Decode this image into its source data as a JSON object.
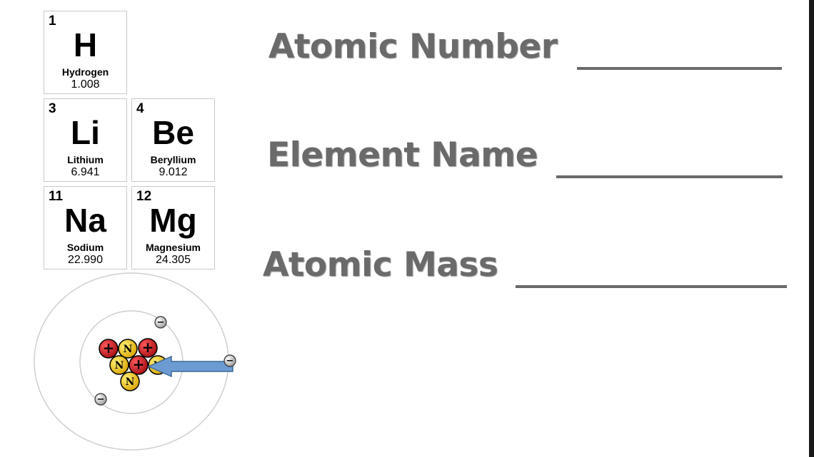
{
  "elements": [
    {
      "number": "1",
      "symbol": "H",
      "name": "Hydrogen",
      "mass": "1.008"
    },
    {
      "number": "3",
      "symbol": "Li",
      "name": "Lithium",
      "mass": "6.941"
    },
    {
      "number": "4",
      "symbol": "Be",
      "name": "Beryllium",
      "mass": "9.012"
    },
    {
      "number": "11",
      "symbol": "Na",
      "name": "Sodium",
      "mass": "22.990"
    },
    {
      "number": "12",
      "symbol": "Mg",
      "name": "Magnesium",
      "mass": "24.305"
    }
  ],
  "prompts": {
    "atomic_number": "Atomic Number",
    "element_name": "Element Name",
    "atomic_mass": "Atomic Mass"
  },
  "atom": {
    "proton_sign": "+",
    "neutron_letter": "N",
    "electron_sign": "−",
    "colors": {
      "proton": "#c8141e",
      "neutron": "#f2c318",
      "electron": "#c8c8c8",
      "arrow": "#6c9bd2",
      "orbit": "#cfcfcf"
    }
  }
}
